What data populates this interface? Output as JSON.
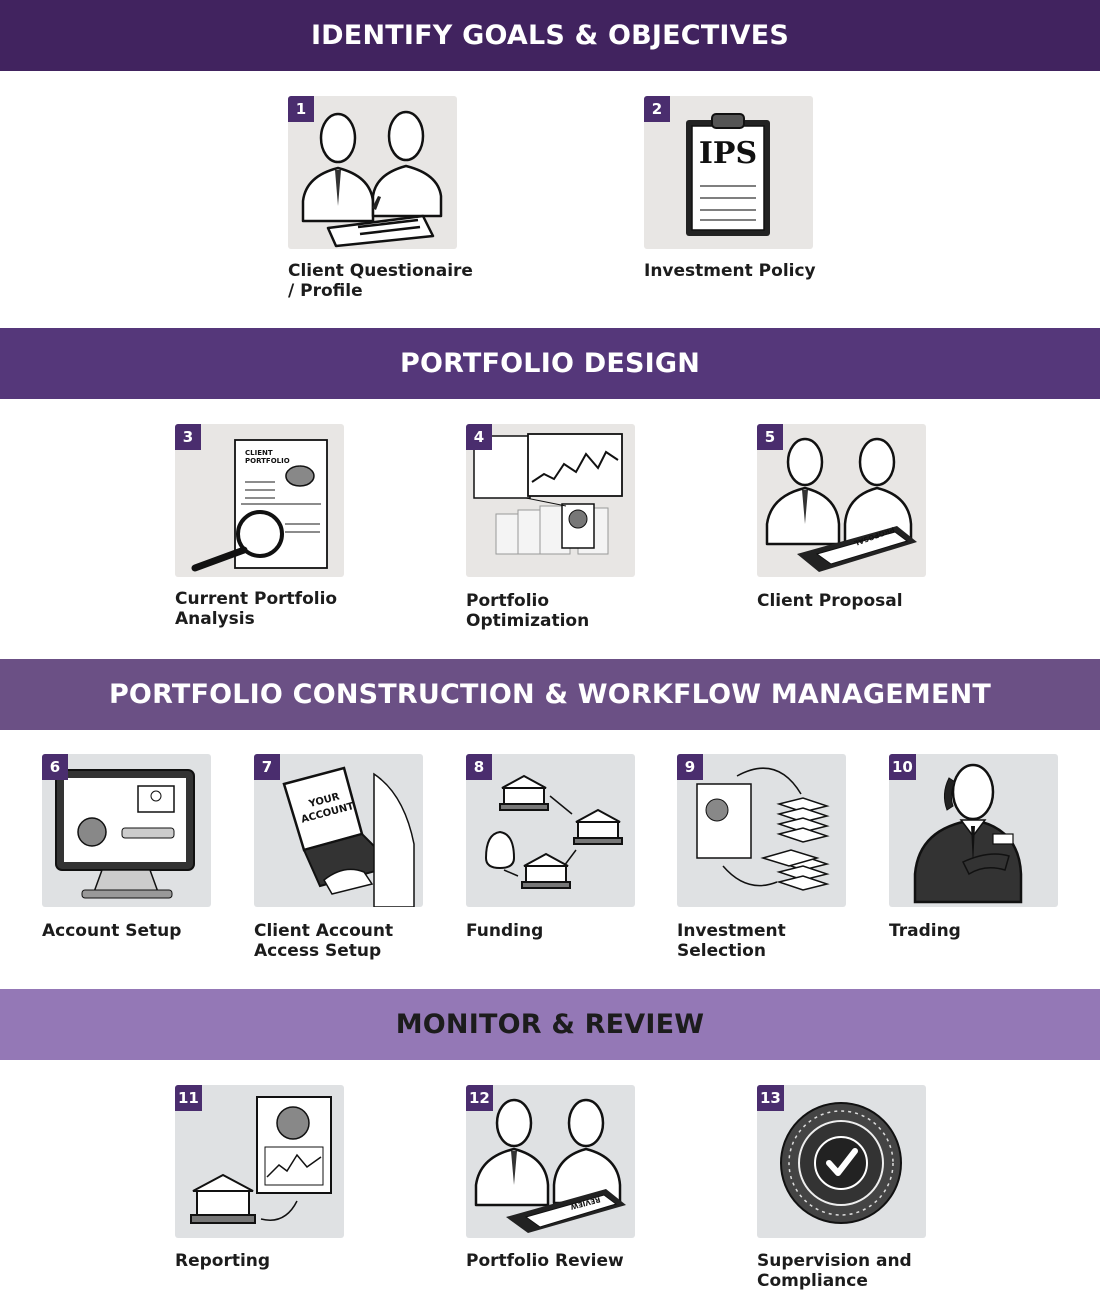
{
  "colors": {
    "band1": "#41235f",
    "band2": "#55377a",
    "band3": "#6b5085",
    "band4": "#9478b6",
    "tile_warm": "#e8e6e4",
    "tile_cool": "#dfe1e3",
    "badge": "#4a2d6e"
  },
  "sections": [
    {
      "title": "IDENTIFY GOALS & OBJECTIVES",
      "steps": [
        {
          "number": "1",
          "label": "Client Questionaire\n/ Profile",
          "icon": "meeting-icon"
        },
        {
          "number": "2",
          "label": "Investment Policy",
          "icon": "clipboard-icon",
          "doc_text": "IPS"
        }
      ]
    },
    {
      "title": "PORTFOLIO DESIGN",
      "steps": [
        {
          "number": "3",
          "label": "Current Portfolio\nAnalysis",
          "icon": "magnifier-icon",
          "doc_text": "CLIENT\nPORTFOLIO"
        },
        {
          "number": "4",
          "label": "Portfolio\nOptimization",
          "icon": "chart-icon"
        },
        {
          "number": "5",
          "label": "Client Proposal",
          "icon": "proposal-icon",
          "doc_text": "PROPOSAL"
        }
      ]
    },
    {
      "title": "PORTFOLIO CONSTRUCTION & WORKFLOW MANAGEMENT",
      "steps": [
        {
          "number": "6",
          "label": "Account Setup",
          "icon": "monitor-icon"
        },
        {
          "number": "7",
          "label": "Client Account\nAccess Setup",
          "icon": "laptop-icon",
          "doc_text": "YOUR\nACCOUNT"
        },
        {
          "number": "8",
          "label": "Funding",
          "icon": "bank-transfer-icon"
        },
        {
          "number": "9",
          "label": "Investment\nSelection",
          "icon": "selection-icon"
        },
        {
          "number": "10",
          "label": "Trading",
          "icon": "trader-icon"
        }
      ]
    },
    {
      "title": "MONITOR & REVIEW",
      "steps": [
        {
          "number": "11",
          "label": "Reporting",
          "icon": "report-icon"
        },
        {
          "number": "12",
          "label": "Portfolio Review",
          "icon": "review-icon",
          "doc_text": "REVIEW"
        },
        {
          "number": "13",
          "label": "Supervision and\nCompliance",
          "icon": "seal-check-icon"
        }
      ]
    }
  ]
}
